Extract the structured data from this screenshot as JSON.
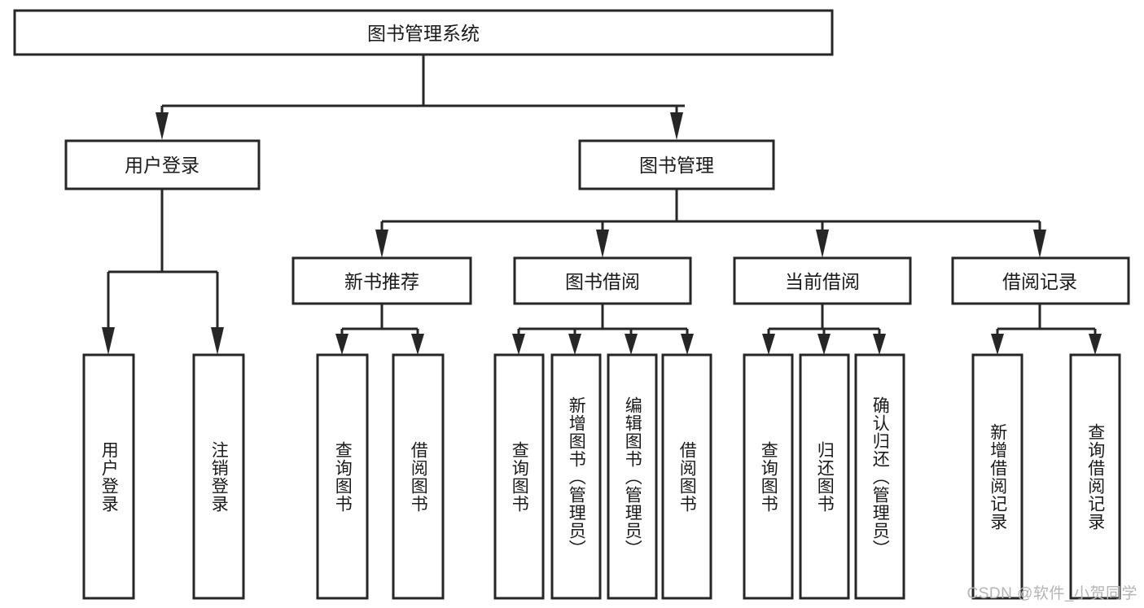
{
  "diagram": {
    "type": "tree-hierarchy",
    "title": "图书管理系统",
    "orientation": "top-down",
    "colors": {
      "box_fill": "#ffffff",
      "box_stroke": "#262626",
      "text": "#1a1a1a",
      "background": "#ffffff",
      "watermark": "#b4b4b4"
    },
    "root": {
      "id": "root",
      "label": "图书管理系统",
      "orientation": "horizontal"
    },
    "level2": [
      {
        "id": "user-login",
        "label": "用户登录",
        "orientation": "horizontal"
      },
      {
        "id": "book-manage",
        "label": "图书管理",
        "orientation": "horizontal"
      }
    ],
    "level3": [
      {
        "id": "new-book-recommend",
        "label": "新书推荐",
        "orientation": "horizontal",
        "parent": "book-manage"
      },
      {
        "id": "book-borrow",
        "label": "图书借阅",
        "orientation": "horizontal",
        "parent": "book-manage"
      },
      {
        "id": "current-borrow",
        "label": "当前借阅",
        "orientation": "horizontal",
        "parent": "book-manage"
      },
      {
        "id": "borrow-record",
        "label": "借阅记录",
        "orientation": "horizontal",
        "parent": "book-manage"
      }
    ],
    "leaves": [
      {
        "id": "leaf-user-login",
        "label": "用户登录",
        "orientation": "vertical",
        "parent": "user-login"
      },
      {
        "id": "leaf-user-logout",
        "label": "注销登录",
        "orientation": "vertical",
        "parent": "user-login"
      },
      {
        "id": "leaf-query-book-1",
        "label": "查询图书",
        "orientation": "vertical",
        "parent": "new-book-recommend"
      },
      {
        "id": "leaf-borrow-book-1",
        "label": "借阅图书",
        "orientation": "vertical",
        "parent": "new-book-recommend"
      },
      {
        "id": "leaf-query-book-2",
        "label": "查询图书",
        "orientation": "vertical",
        "parent": "book-borrow"
      },
      {
        "id": "leaf-add-book",
        "label": "新增图书（管理员）",
        "orientation": "vertical",
        "parent": "book-borrow"
      },
      {
        "id": "leaf-edit-book",
        "label": "编辑图书（管理员）",
        "orientation": "vertical",
        "parent": "book-borrow"
      },
      {
        "id": "leaf-borrow-book-2",
        "label": "借阅图书",
        "orientation": "vertical",
        "parent": "book-borrow"
      },
      {
        "id": "leaf-query-book-3",
        "label": "查询图书",
        "orientation": "vertical",
        "parent": "current-borrow"
      },
      {
        "id": "leaf-return-book",
        "label": "归还图书",
        "orientation": "vertical",
        "parent": "current-borrow"
      },
      {
        "id": "leaf-confirm-return",
        "label": "确认归还（管理员）",
        "orientation": "vertical",
        "parent": "current-borrow"
      },
      {
        "id": "leaf-add-record",
        "label": "新增借阅记录",
        "orientation": "vertical",
        "parent": "borrow-record"
      },
      {
        "id": "leaf-query-record",
        "label": "查询借阅记录",
        "orientation": "vertical",
        "parent": "borrow-record"
      }
    ]
  },
  "watermark": {
    "text": "CSDN @软件_小贺同学"
  }
}
